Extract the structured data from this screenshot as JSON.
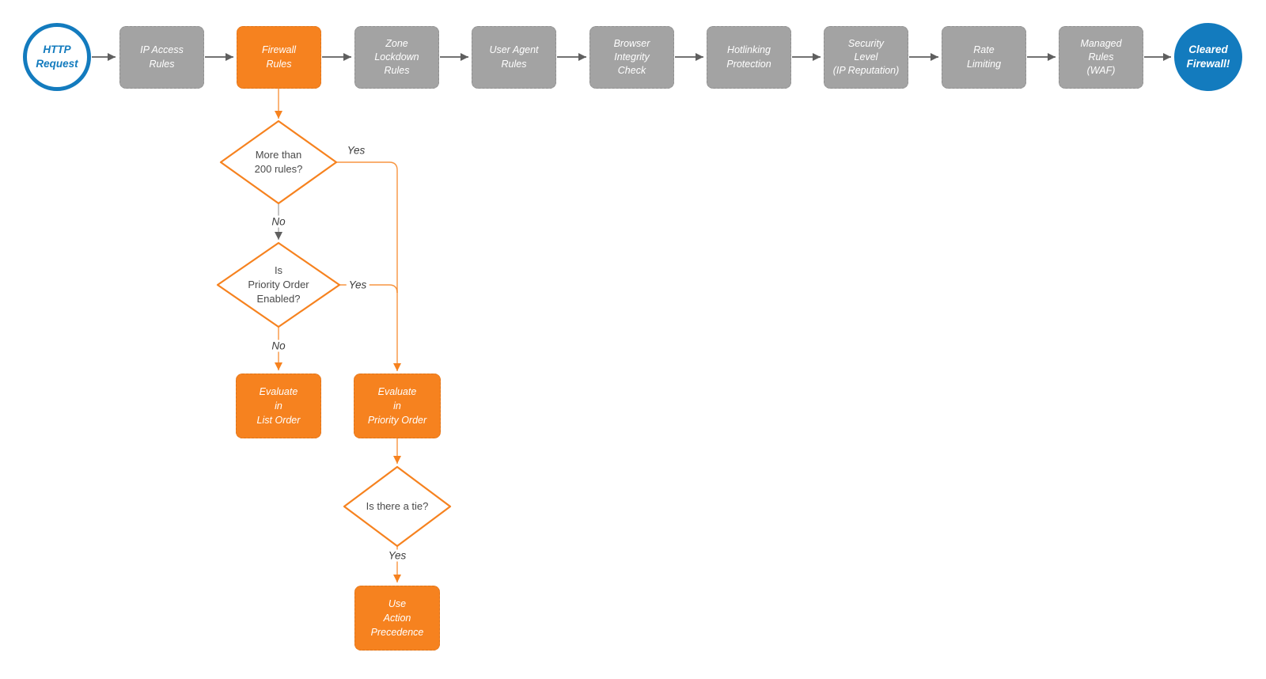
{
  "flow": {
    "start_label": "HTTP\nRequest",
    "stages": [
      {
        "label": "IP Access\nRules"
      },
      {
        "label": "Firewall\nRules"
      },
      {
        "label": "Zone\nLockdown\nRules"
      },
      {
        "label": "User Agent\nRules"
      },
      {
        "label": "Browser\nIntegrity\nCheck"
      },
      {
        "label": "Hotlinking\nProtection"
      },
      {
        "label": "Security\nLevel\n(IP Reputation)"
      },
      {
        "label": "Rate\nLimiting"
      },
      {
        "label": "Managed\nRules\n(WAF)"
      }
    ],
    "end_label": "Cleared\nFirewall!"
  },
  "branch": {
    "decision_200_rules": "More than\n200 rules?",
    "decision_priority_order": "Is\nPriority Order\nEnabled?",
    "decision_tie": "Is there a tie?",
    "action_list_order": "Evaluate\nin\nList Order",
    "action_priority_order": "Evaluate\nin\nPriority Order",
    "action_precedence": "Use\nAction\nPrecedence",
    "labels": {
      "d1_yes": "Yes",
      "d1_no": "No",
      "d2_yes": "Yes",
      "d2_no": "No",
      "d3_yes": "Yes"
    }
  },
  "colors": {
    "orange": "#F6821F",
    "gray": "#A3A3A3",
    "blue": "#137BBE",
    "arrow": "#5F5F5F"
  }
}
